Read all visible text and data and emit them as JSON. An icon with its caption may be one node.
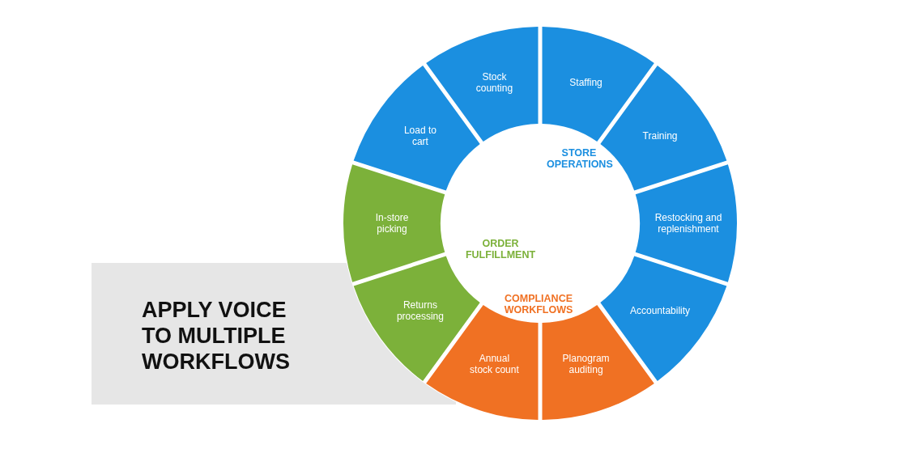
{
  "diagram": {
    "nodes": [
      {
        "text": [
          "APPLY VOICE TO MULTIPLE WORKFLOWS"
        ]
      },
      {
        "text": [
          "Staffing"
        ]
      },
      {
        "text": [
          "Training"
        ]
      },
      {
        "text": [
          "Restocking and replenishment"
        ]
      },
      {
        "text": [
          "Accountability"
        ]
      },
      {
        "text": [
          "Planogram auditing"
        ]
      },
      {
        "text": [
          "Annual stock count"
        ]
      },
      {
        "text": [
          "Returns processing"
        ]
      },
      {
        "text": [
          "In-store picking"
        ]
      },
      {
        "text": [
          "Load to cart"
        ]
      },
      {
        "text": [
          "Stock counting"
        ]
      }
    ],
    "labels": [
      "STORE OPERATIONS",
      "ORDER FULFILLMENT",
      "COMPLIANCE WORKFLOWS"
    ]
  }
}
